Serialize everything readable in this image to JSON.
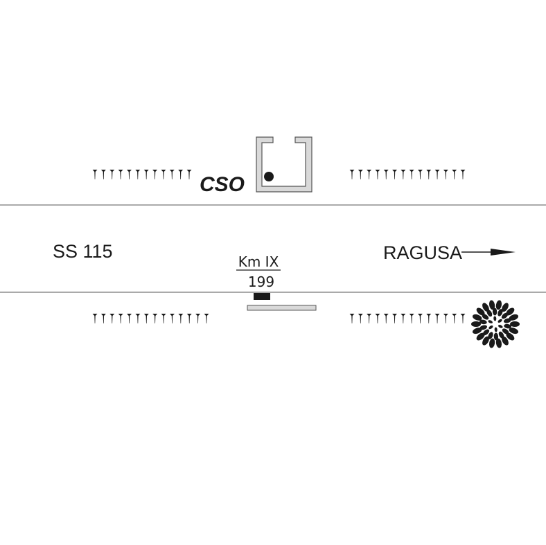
{
  "road": {
    "name": "SS 115",
    "destination": "RAGUSA"
  },
  "station": {
    "label": "CSO"
  },
  "km_marker": {
    "label": "Km IX",
    "value": "199"
  },
  "icons": {
    "station_building": "building-outline-icon",
    "station_point": "survey-point-icon",
    "direction": "right-arrow-icon",
    "vegetation": "shrub-icon",
    "verge": "grass-verge-icon",
    "milestone": "milestone-icon",
    "marker_base": "marker-base-icon"
  },
  "colors": {
    "ink": "#1a1a1a",
    "outline": "#555555",
    "building_fill": "#d9d9d9",
    "background": "#ffffff"
  }
}
